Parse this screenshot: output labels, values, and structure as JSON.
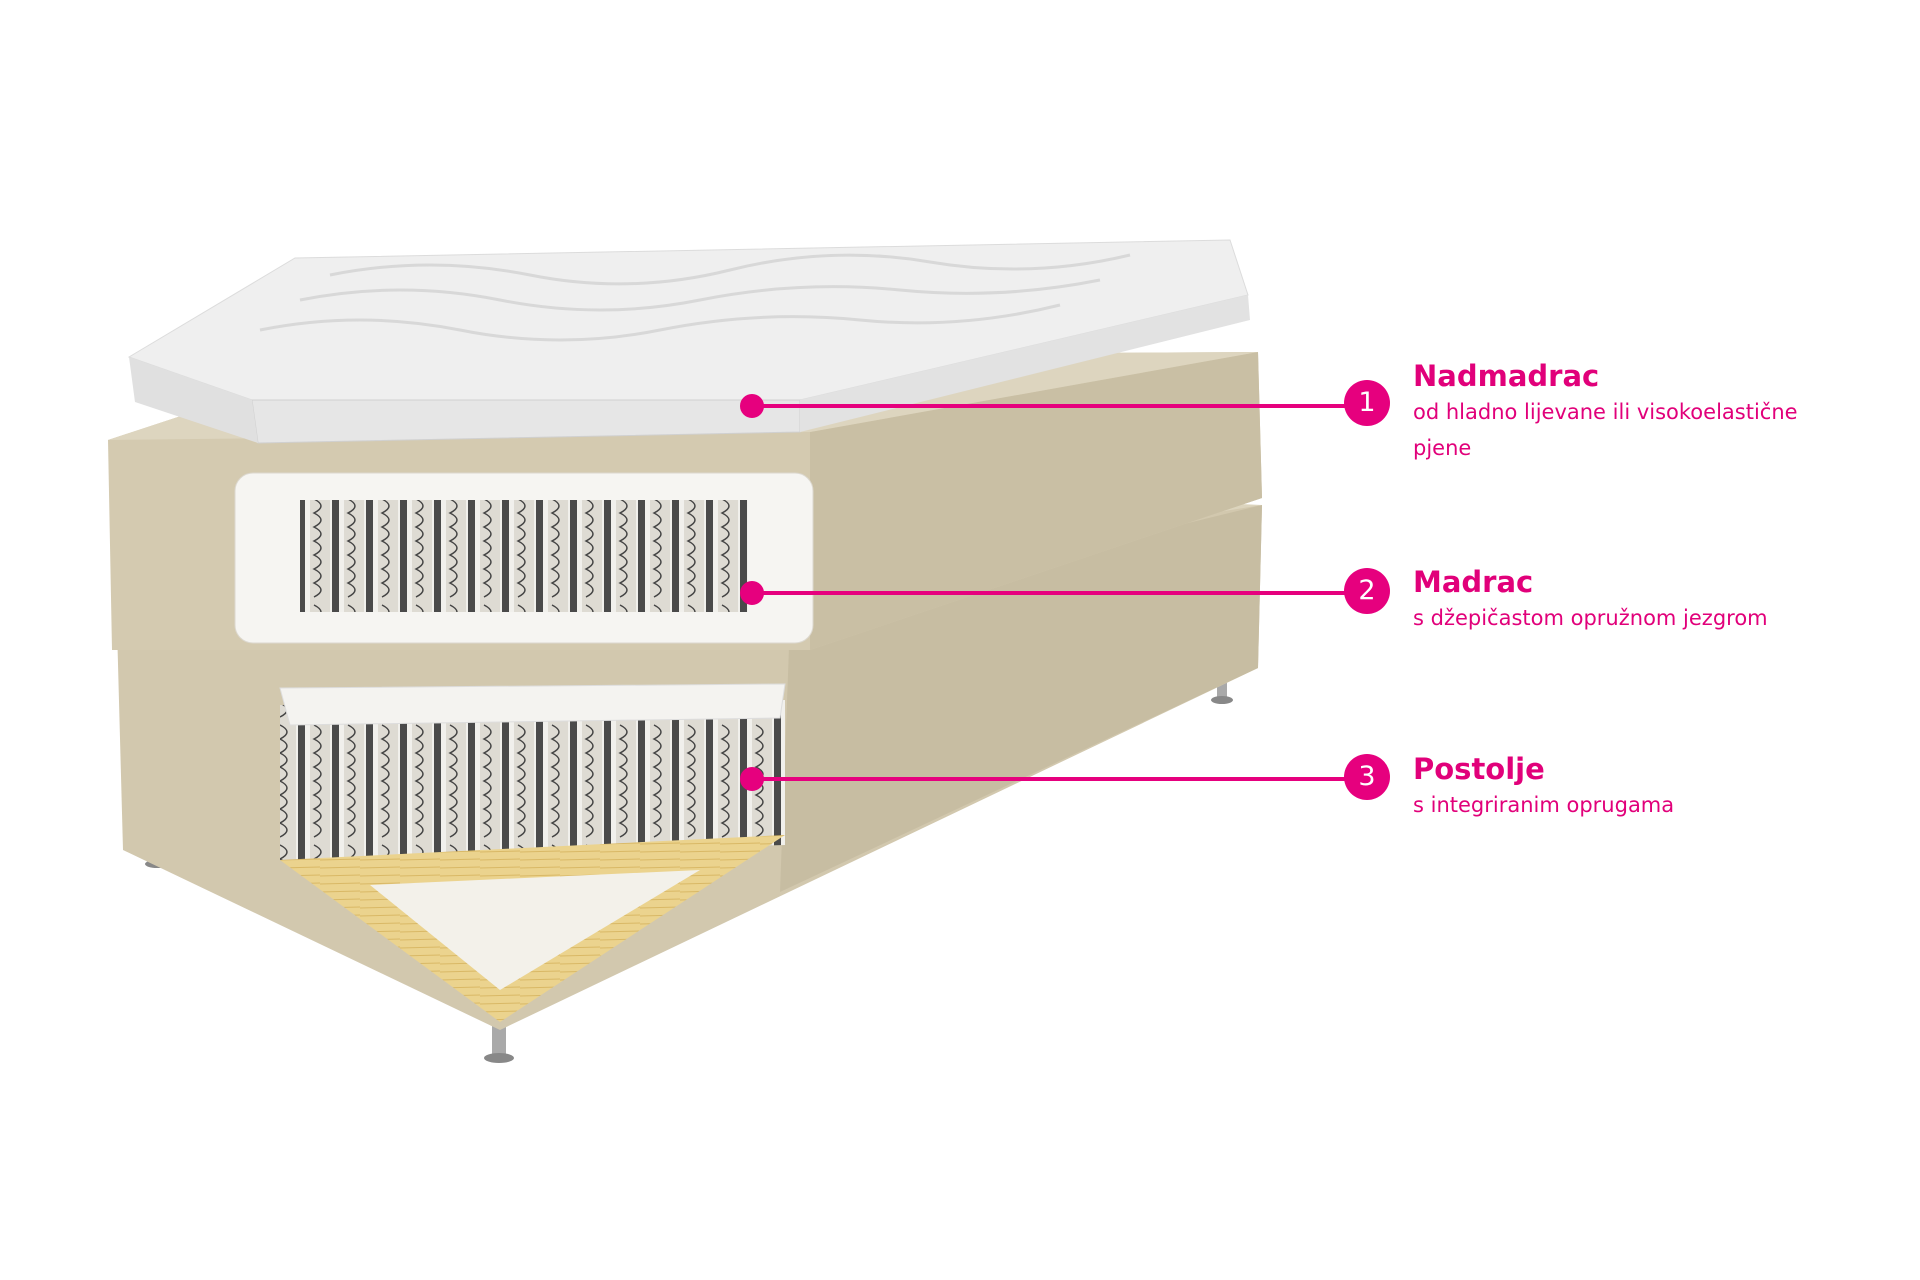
{
  "colors": {
    "accent": "#e6007e",
    "fabric": "#d2c8ae",
    "topper": "#ededed",
    "wood": "#e9cf86"
  },
  "callouts": [
    {
      "number": "1",
      "title": "Nadmadrac",
      "description": "od hladno lijevane ili visokoelastične pjene"
    },
    {
      "number": "2",
      "title": "Madrac",
      "description": "s džepičastom opružnom  jezgrom"
    },
    {
      "number": "3",
      "title": "Postolje",
      "description": "s integriranim oprugama"
    }
  ]
}
